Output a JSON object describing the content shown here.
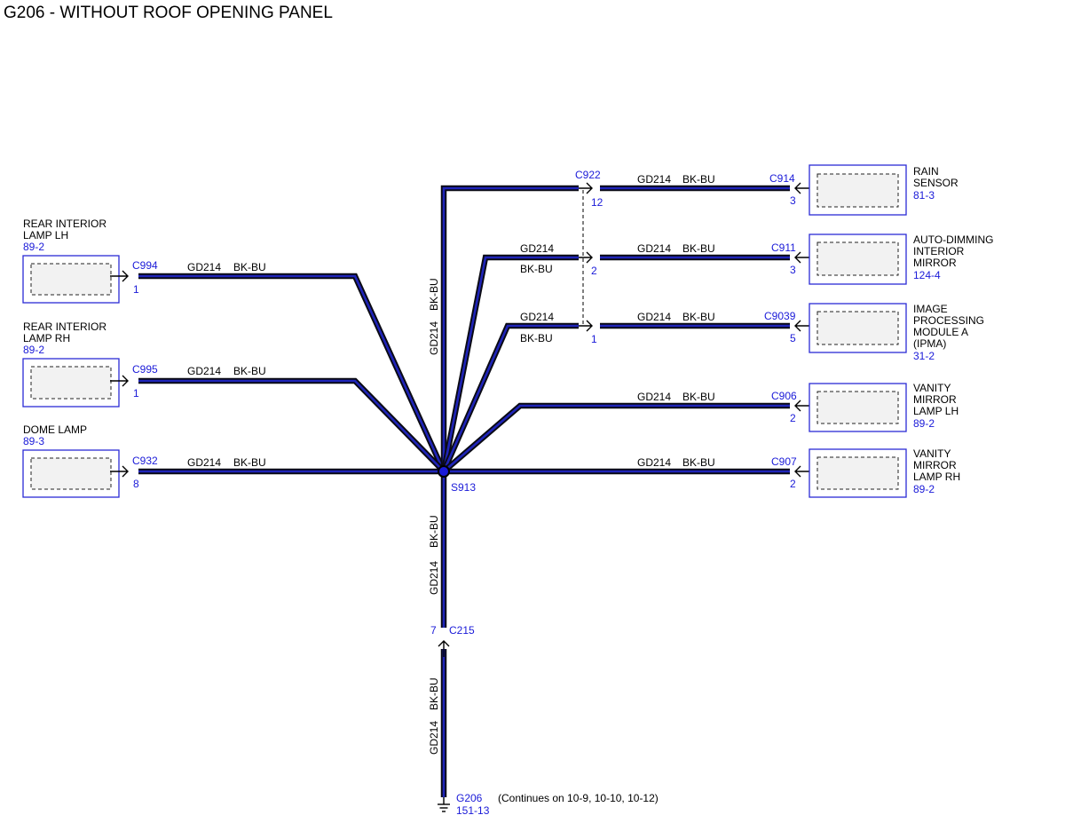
{
  "title": "G206 - WITHOUT ROOF OPENING PANEL",
  "wire": {
    "circuit": "GD214",
    "color": "BK-BU"
  },
  "colors": {
    "wire_outer": "#0a0a14",
    "wire_inner": "#1f24b8",
    "reference_text": "#1a1ad8",
    "box_border": "#2b2bd6"
  },
  "splice": {
    "id": "S913"
  },
  "inline_connector": {
    "id": "C215",
    "pin": "7"
  },
  "ground": {
    "id": "G206",
    "ref": "151-13",
    "note": "(Continues on 10-9, 10-10, 10-12)"
  },
  "shared_connector": {
    "id": "C922",
    "pins": [
      "12",
      "2",
      "1"
    ]
  },
  "components_left": [
    {
      "name_lines": [
        "REAR INTERIOR",
        "LAMP LH"
      ],
      "ref": "89-2",
      "connector": "C994",
      "pin": "1"
    },
    {
      "name_lines": [
        "REAR INTERIOR",
        "LAMP RH"
      ],
      "ref": "89-2",
      "connector": "C995",
      "pin": "1"
    },
    {
      "name_lines": [
        "DOME LAMP"
      ],
      "ref": "89-3",
      "connector": "C932",
      "pin": "8"
    }
  ],
  "components_right": [
    {
      "name_lines": [
        "RAIN",
        "SENSOR"
      ],
      "ref": "81-3",
      "connector": "C914",
      "pin": "3"
    },
    {
      "name_lines": [
        "AUTO-DIMMING",
        "INTERIOR",
        "MIRROR"
      ],
      "ref": "124-4",
      "connector": "C911",
      "pin": "3"
    },
    {
      "name_lines": [
        "IMAGE",
        "PROCESSING",
        "MODULE A",
        "(IPMA)"
      ],
      "ref": "31-2",
      "connector": "C9039",
      "pin": "5"
    },
    {
      "name_lines": [
        "VANITY",
        "MIRROR",
        "LAMP LH"
      ],
      "ref": "89-2",
      "connector": "C906",
      "pin": "2"
    },
    {
      "name_lines": [
        "VANITY",
        "MIRROR",
        "LAMP RH"
      ],
      "ref": "89-2",
      "connector": "C907",
      "pin": "2"
    }
  ]
}
